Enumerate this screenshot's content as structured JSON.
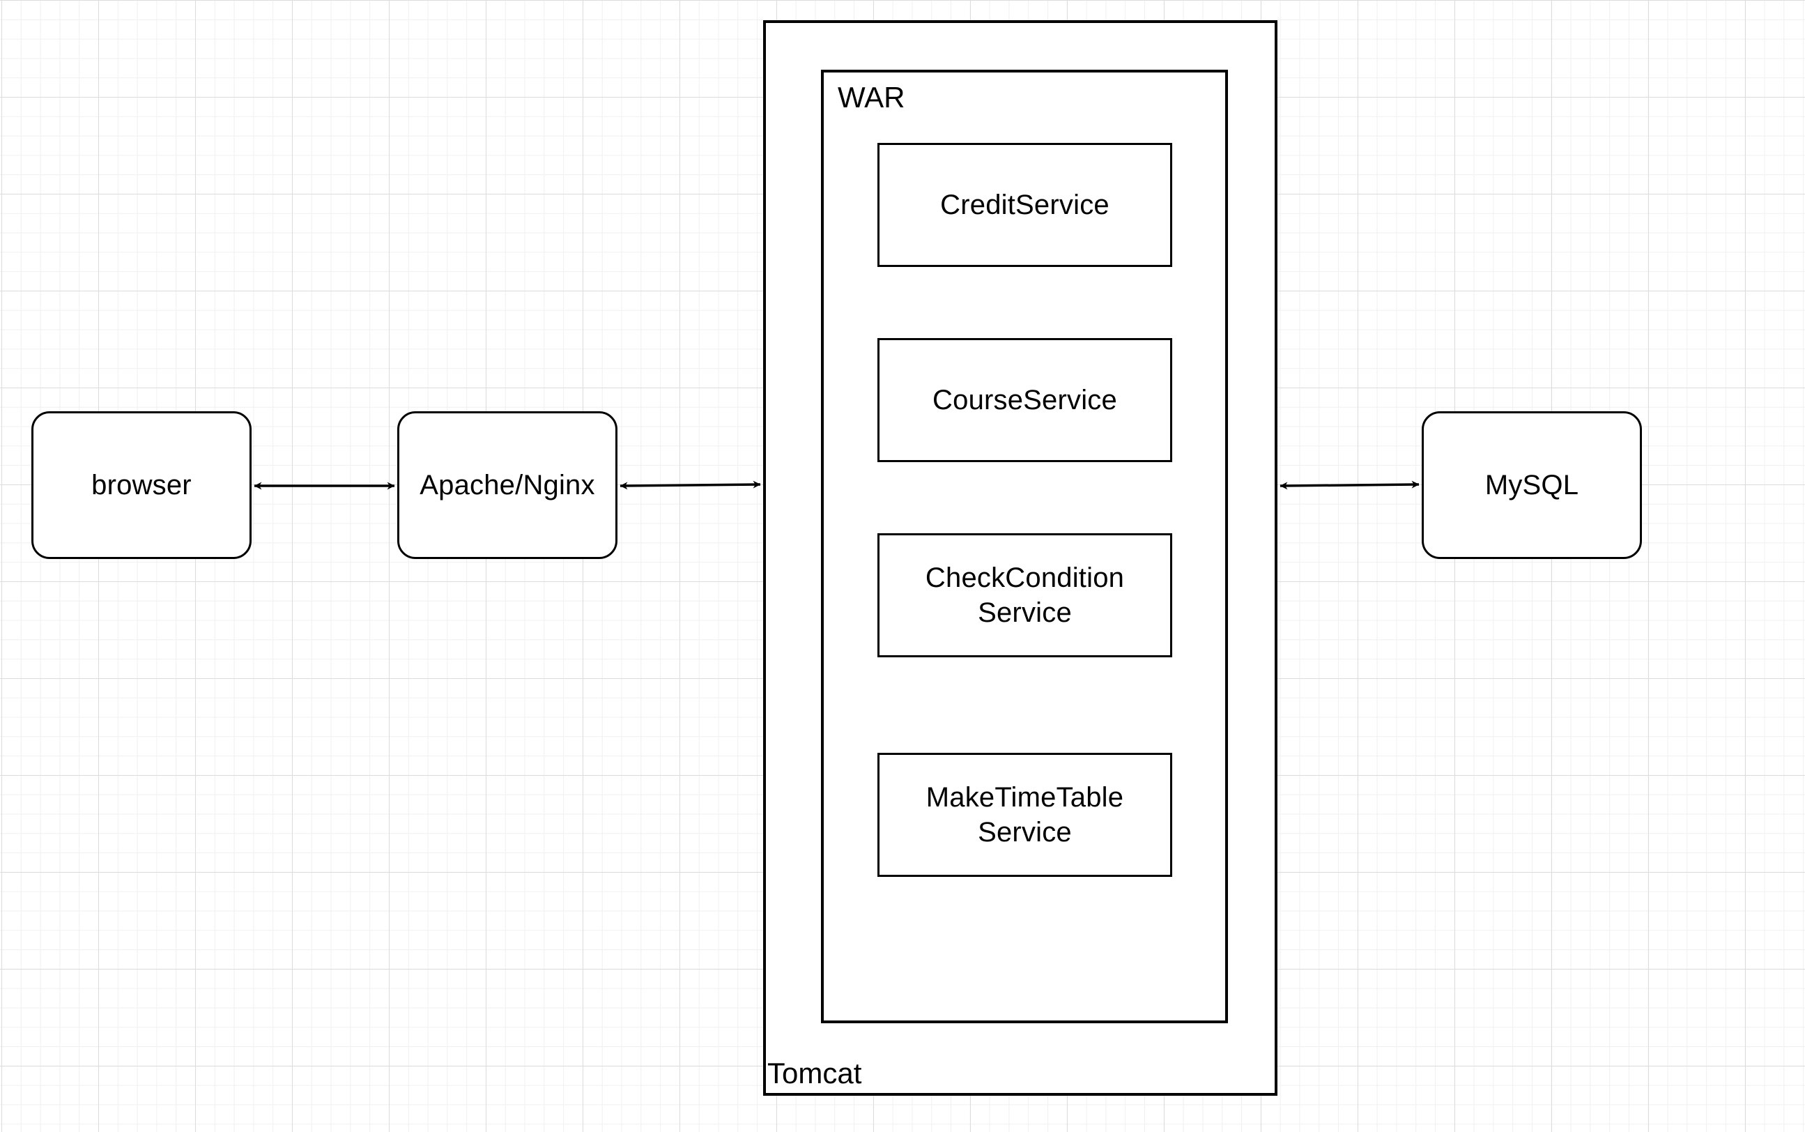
{
  "diagram": {
    "nodes": {
      "browser": "browser",
      "proxy": "Apache/Nginx",
      "database": "MySQL"
    },
    "tomcat": {
      "title": "Tomcat",
      "war": {
        "title": "WAR",
        "services": [
          "CreditService",
          "CourseService",
          "CheckCondition\nService",
          "MakeTimeTable\nService"
        ]
      }
    },
    "edges": [
      {
        "from": "browser",
        "to": "Apache/Nginx",
        "direction": "both"
      },
      {
        "from": "Apache/Nginx",
        "to": "Tomcat",
        "direction": "both"
      },
      {
        "from": "Tomcat",
        "to": "MySQL",
        "direction": "both"
      }
    ],
    "colors": {
      "stroke": "#000000",
      "fill": "#ffffff",
      "grid_major": "#dcdcdc",
      "grid_minor": "#f0f0f0"
    }
  }
}
